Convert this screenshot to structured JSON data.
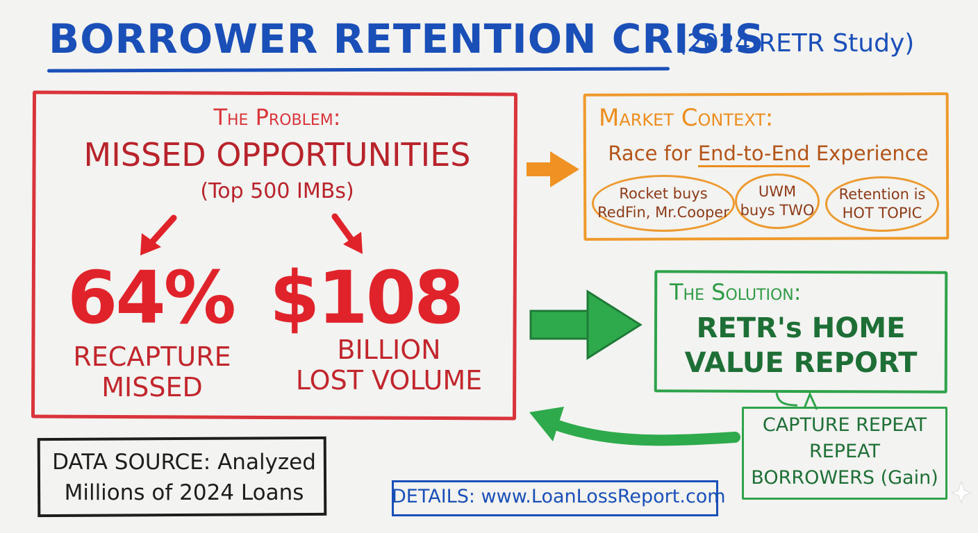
{
  "title": {
    "main": "BORROWER RETENTION CRISIS",
    "sub": "(2024 RETR Study)"
  },
  "problem": {
    "heading": "The Problem:",
    "title": "MISSED OPPORTUNITIES",
    "subtitle": "(Top 500 IMBs)",
    "stat1": {
      "value": "64%",
      "label_line1": "RECAPTURE",
      "label_line2": "MISSED"
    },
    "stat2": {
      "value": "$108",
      "label_line1": "BILLION",
      "label_line2": "LOST VOLUME"
    }
  },
  "market": {
    "heading": "Market Context:",
    "subtitle_pre": "Race for ",
    "subtitle_ul": "End-to-End",
    "subtitle_post": " Experience",
    "bubbles": [
      {
        "line1": "Rocket buys",
        "line2": "RedFin, Mr.Cooper"
      },
      {
        "line1": "UWM",
        "line2": "buys TWO"
      },
      {
        "line1": "Retention is",
        "line2": "HOT TOPIC"
      }
    ]
  },
  "solution": {
    "heading": "The Solution:",
    "title_line1": "RETR's HOME",
    "title_line2": "VALUE REPORT"
  },
  "capture": {
    "line1": "CAPTURE REPEAT",
    "line2": "REPEAT",
    "line3": "BORROWERS (Gain)"
  },
  "source": {
    "line1": "DATA SOURCE: Analyzed",
    "line2": "Millions of 2024 Loans"
  },
  "details": {
    "text": "DETAILS: www.LoanLossReport.com"
  },
  "colors": {
    "blue": "#1a4fb8",
    "red": "#d9343a",
    "orange": "#ec8d1e",
    "green": "#2ea34a",
    "black": "#1d1d1d"
  }
}
